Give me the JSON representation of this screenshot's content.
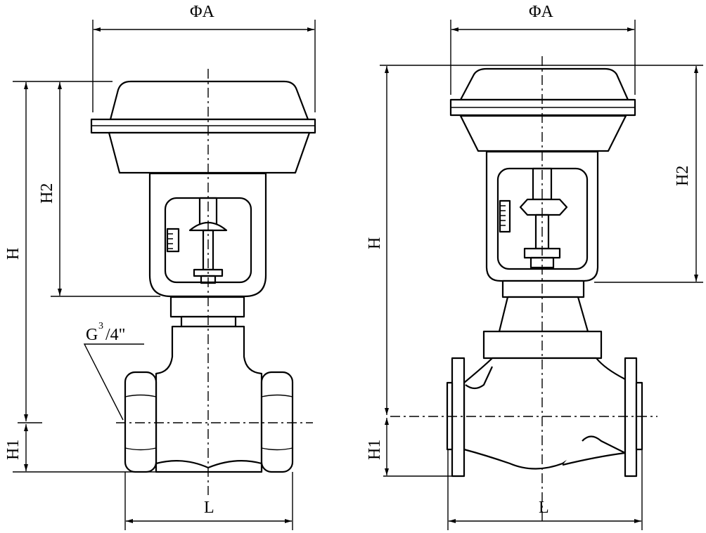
{
  "left_valve": {
    "dim_diameter": "ΦA",
    "dim_height": "H",
    "dim_h2": "H2",
    "dim_h1": "H1",
    "dim_length": "L",
    "thread_label": "G",
    "thread_size": "3",
    "thread_size_den": "/4\""
  },
  "right_valve": {
    "dim_diameter": "ΦA",
    "dim_height": "H",
    "dim_h2": "H2",
    "dim_h1": "H1",
    "dim_length": "L"
  }
}
